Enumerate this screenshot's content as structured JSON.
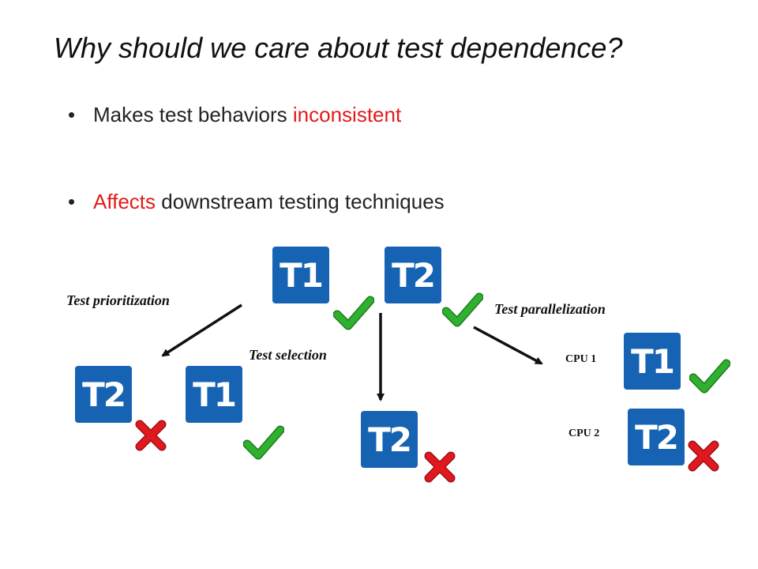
{
  "title": "Why should we care about test dependence?",
  "bullets": [
    {
      "before": "Makes test behaviors ",
      "highlight": "inconsistent",
      "after": ""
    },
    {
      "before": "",
      "highlight": "Affects",
      "after": " downstream testing techniques"
    }
  ],
  "bullet_glyph": "•",
  "tests": {
    "t1": "T1",
    "t2": "T2"
  },
  "labels": {
    "prioritization": "Test prioritization",
    "selection": "Test selection",
    "parallelization": "Test parallelization"
  },
  "cpus": {
    "cpu1": "CPU 1",
    "cpu2": "CPU 2"
  },
  "colors": {
    "tile": "#1763b3",
    "pass": "#2fb12f",
    "fail": "#e0191f",
    "highlight": "#e21a1a"
  },
  "icons": {
    "pass": "checkmark-icon",
    "fail": "cross-icon"
  }
}
